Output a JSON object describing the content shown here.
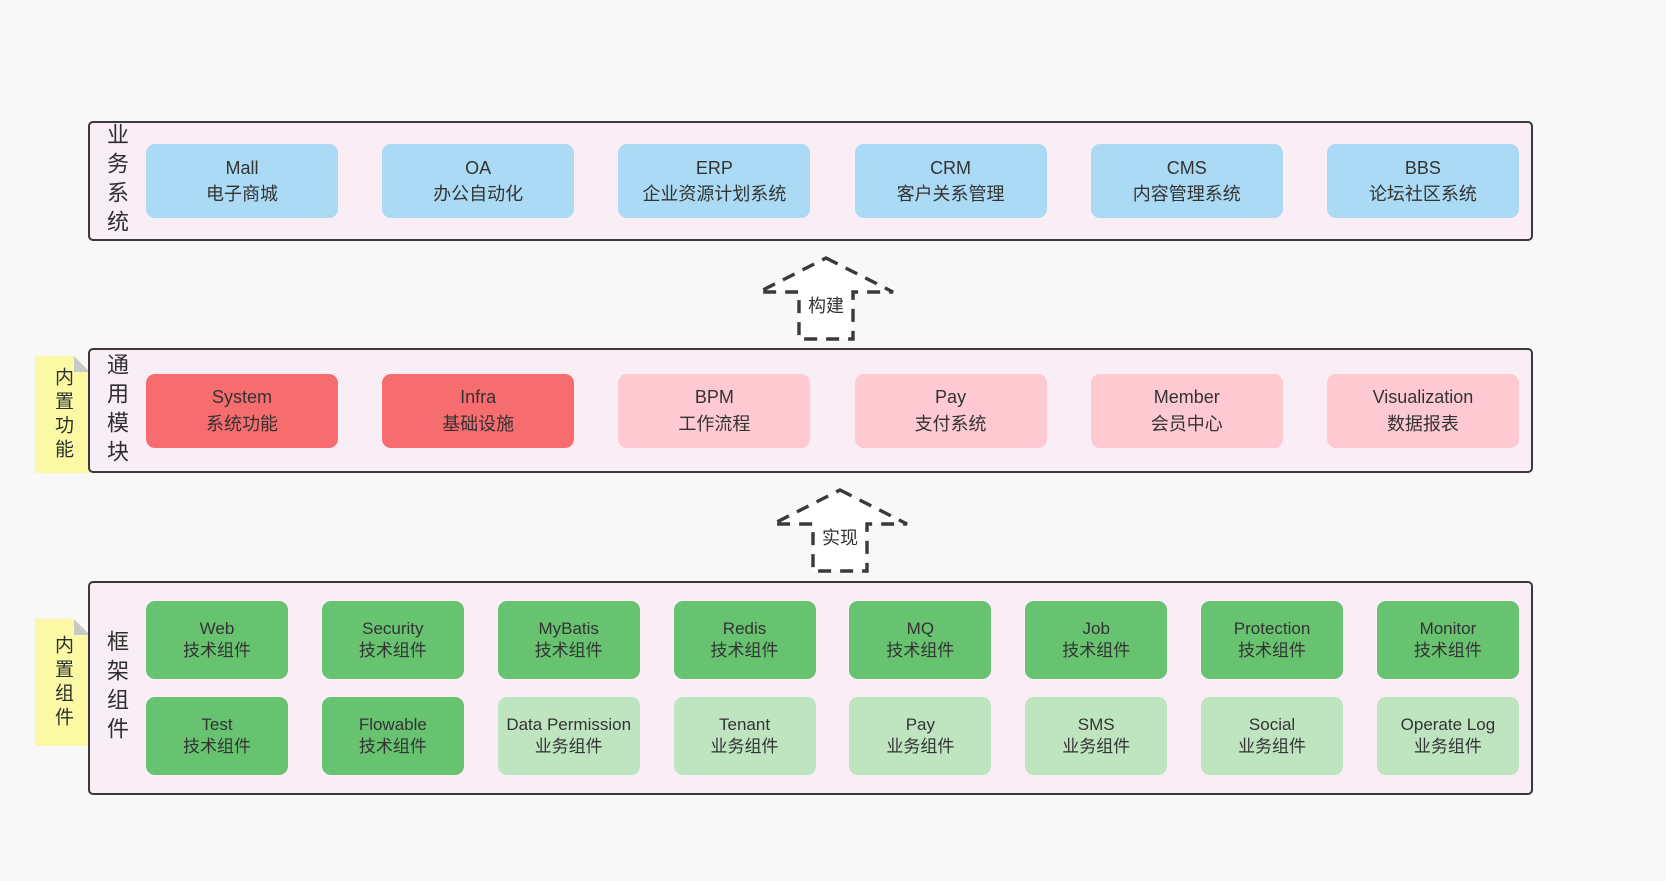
{
  "colors": {
    "page_bg": "#f8f8f8",
    "section_bg": "#f9edf6",
    "section_border": "#3a3a3a",
    "box_blue": "#abdaf4",
    "box_red": "#f76c6f",
    "box_pink": "#ffc9d2",
    "box_green": "#67c370",
    "box_green_light": "#bfe5c0",
    "note_bg": "#fbf9a4",
    "note_fold": "#c9c9c9",
    "text": "#333333"
  },
  "sections": {
    "business": {
      "label": "业务系统",
      "items": [
        {
          "title": "Mall",
          "subtitle": "电子商城",
          "variant": "blue"
        },
        {
          "title": "OA",
          "subtitle": "办公自动化",
          "variant": "blue"
        },
        {
          "title": "ERP",
          "subtitle": "企业资源计划系统",
          "variant": "blue"
        },
        {
          "title": "CRM",
          "subtitle": "客户关系管理",
          "variant": "blue"
        },
        {
          "title": "CMS",
          "subtitle": "内容管理系统",
          "variant": "blue"
        },
        {
          "title": "BBS",
          "subtitle": "论坛社区系统",
          "variant": "blue"
        }
      ]
    },
    "modules": {
      "label": "通用模块",
      "note": "内置功能",
      "items": [
        {
          "title": "System",
          "subtitle": "系统功能",
          "variant": "red"
        },
        {
          "title": "Infra",
          "subtitle": "基础设施",
          "variant": "red"
        },
        {
          "title": "BPM",
          "subtitle": "工作流程",
          "variant": "pink"
        },
        {
          "title": "Pay",
          "subtitle": "支付系统",
          "variant": "pink"
        },
        {
          "title": "Member",
          "subtitle": "会员中心",
          "variant": "pink"
        },
        {
          "title": "Visualization",
          "subtitle": "数据报表",
          "variant": "pink"
        }
      ]
    },
    "components": {
      "label": "框架组件",
      "note": "内置组件",
      "row1": [
        {
          "title": "Web",
          "subtitle": "技术组件",
          "variant": "green"
        },
        {
          "title": "Security",
          "subtitle": "技术组件",
          "variant": "green"
        },
        {
          "title": "MyBatis",
          "subtitle": "技术组件",
          "variant": "green"
        },
        {
          "title": "Redis",
          "subtitle": "技术组件",
          "variant": "green"
        },
        {
          "title": "MQ",
          "subtitle": "技术组件",
          "variant": "green"
        },
        {
          "title": "Job",
          "subtitle": "技术组件",
          "variant": "green"
        },
        {
          "title": "Protection",
          "subtitle": "技术组件",
          "variant": "green"
        },
        {
          "title": "Monitor",
          "subtitle": "技术组件",
          "variant": "green"
        }
      ],
      "row2": [
        {
          "title": "Test",
          "subtitle": "技术组件",
          "variant": "green"
        },
        {
          "title": "Flowable",
          "subtitle": "技术组件",
          "variant": "green"
        },
        {
          "title": "Data Permission",
          "subtitle": "业务组件",
          "variant": "green-light"
        },
        {
          "title": "Tenant",
          "subtitle": "业务组件",
          "variant": "green-light"
        },
        {
          "title": "Pay",
          "subtitle": "业务组件",
          "variant": "green-light"
        },
        {
          "title": "SMS",
          "subtitle": "业务组件",
          "variant": "green-light"
        },
        {
          "title": "Social",
          "subtitle": "业务组件",
          "variant": "green-light"
        },
        {
          "title": "Operate Log",
          "subtitle": "业务组件",
          "variant": "green-light"
        }
      ]
    }
  },
  "arrows": {
    "build": "构建",
    "implement": "实现"
  }
}
